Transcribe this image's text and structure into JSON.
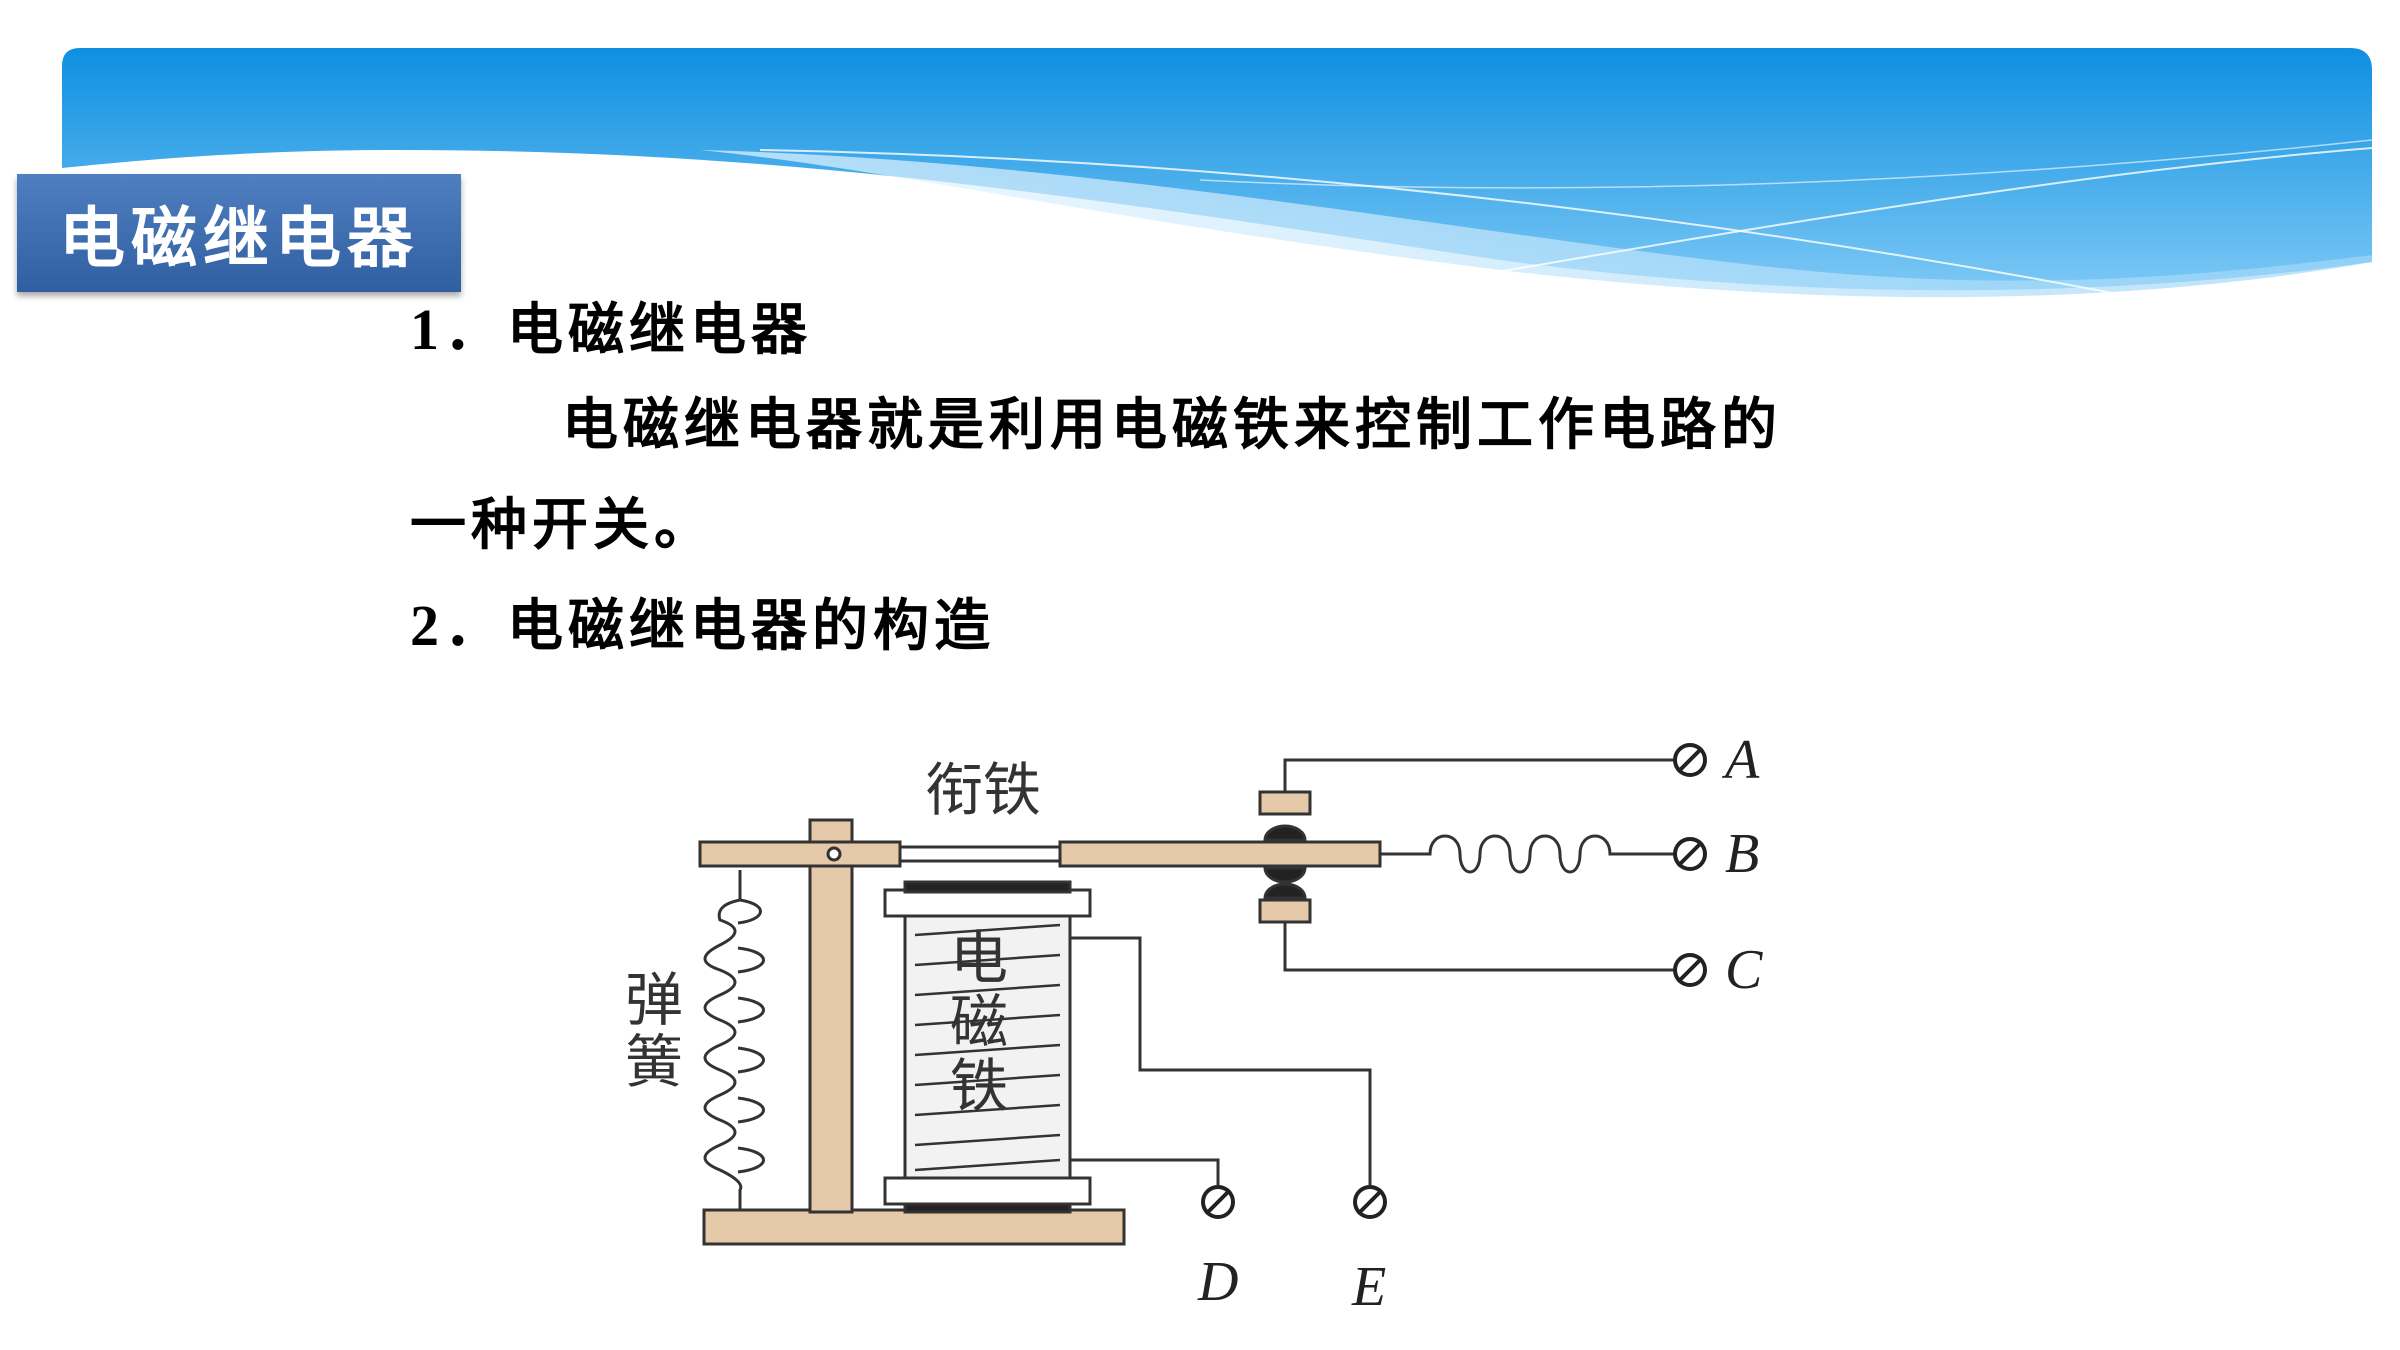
{
  "header": {
    "title": "电磁继电器"
  },
  "content": {
    "item1_number": "1．",
    "item1_title": "电磁继电器",
    "item1_body_line1": "电磁继电器就是利用电磁铁来控制工作电路的",
    "item1_body_line2": "一种开关。",
    "item2_number": "2．",
    "item2_title": "电磁继电器的构造"
  },
  "diagram": {
    "label_armature": "衔铁",
    "label_spring": "弹簧",
    "label_electromagnet_1": "电",
    "label_electromagnet_2": "磁",
    "label_electromagnet_3": "铁",
    "terminal_a": "A",
    "terminal_b": "B",
    "terminal_c": "C",
    "terminal_d": "D",
    "terminal_e": "E"
  },
  "colors": {
    "banner_blue": "#1a8fd8",
    "tab_blue": "#3f6fb0",
    "wood": "#e5c9a8",
    "outline": "#333333"
  }
}
